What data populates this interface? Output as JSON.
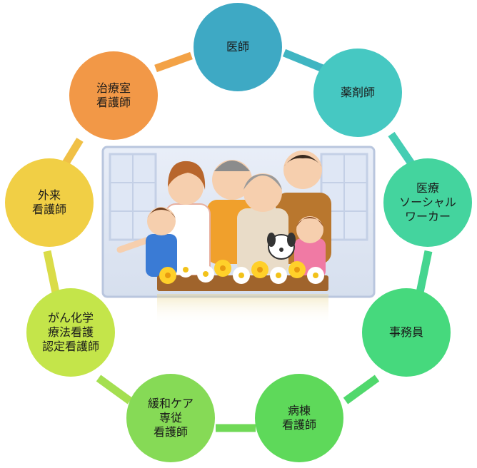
{
  "nodes": [
    {
      "label": "医師",
      "color": "#3ea9c4"
    },
    {
      "label": "薬剤師",
      "color": "#46c8c2"
    },
    {
      "label": "医療\nソーシャル\nワーカー",
      "color": "#44d49e"
    },
    {
      "label": "事務員",
      "color": "#46d97d"
    },
    {
      "label": "病棟\n看護師",
      "color": "#5ed95a"
    },
    {
      "label": "緩和ケア\n専従\n看護師",
      "color": "#86da56"
    },
    {
      "label": "がん化学\n療法看護\n認定看護師",
      "color": "#c4e54a"
    },
    {
      "label": "外来\n看護師",
      "color": "#f1cf45"
    },
    {
      "label": "治療室\n看護師",
      "color": "#f29847"
    }
  ]
}
